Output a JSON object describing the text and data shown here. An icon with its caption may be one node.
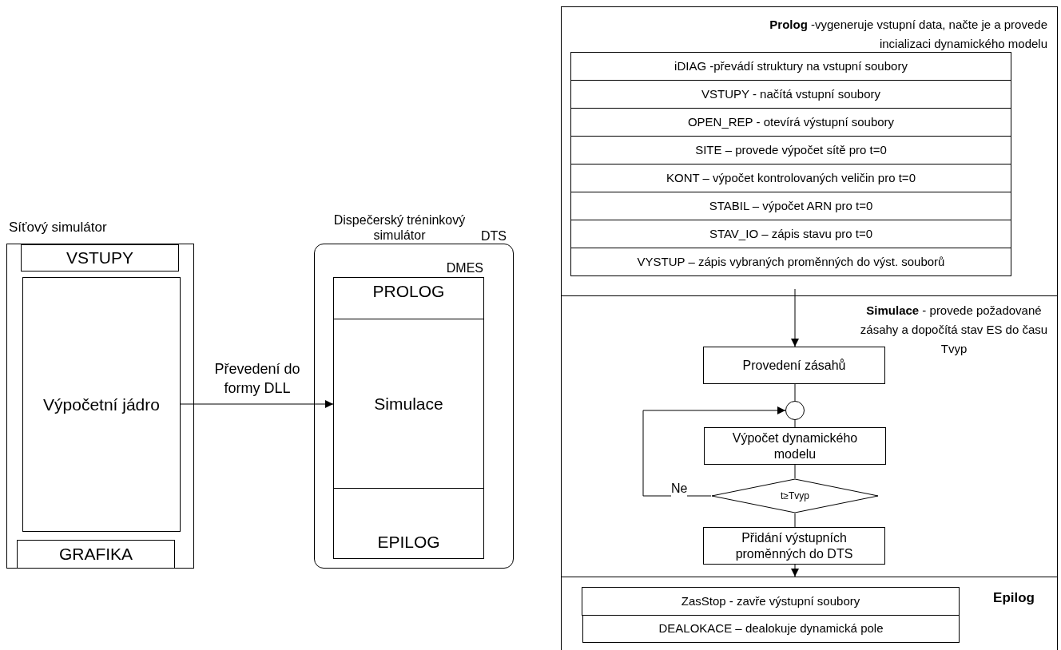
{
  "diagram": {
    "nodes": [
      {
        "text": [
          "Síťový simulátor"
        ]
      },
      {
        "text": [
          "VSTUPY"
        ],
        "in": 0
      },
      {
        "text": [
          "Výpočetní jádro"
        ],
        "in": 0
      },
      {
        "text": [
          "GRAFIKA"
        ],
        "in": 0
      },
      {
        "text": [
          "Dispečerský tréninkový simulátor",
          "DTS"
        ]
      },
      {
        "text": [
          "DMES"
        ],
        "in": 4
      },
      {
        "text": [
          "PROLOG"
        ],
        "in": 5
      },
      {
        "text": [
          "Simulace"
        ],
        "in": 5
      },
      {
        "text": [
          "EPILOG"
        ],
        "in": 5
      },
      {
        "text": [
          "**Prolog** -vygeneruje vstupní data, načte je a provede incializaci dynamického modelu"
        ]
      },
      {
        "text": [
          "iDIAG -převádí struktury na vstupní soubory"
        ],
        "in": 9
      },
      {
        "text": [
          "VSTUPY - načítá vstupní soubory"
        ],
        "in": 9
      },
      {
        "text": [
          "OPEN_REP - otevírá výstupní soubory"
        ],
        "in": 9
      },
      {
        "text": [
          "SITE – provede výpočet sítě pro t=0"
        ],
        "in": 9
      },
      {
        "text": [
          "KONT – výpočet kontrolovaných veličin pro t=0"
        ],
        "in": 9
      },
      {
        "text": [
          "STABIL – výpočet ARN  pro t=0"
        ],
        "in": 9
      },
      {
        "text": [
          "STAV_IO – zápis stavu  pro t=0"
        ],
        "in": 9
      },
      {
        "text": [
          "VYSTUP – zápis vybraných proměnných do výst. souborů"
        ],
        "in": 9
      },
      {
        "text": [
          "**Simulace** - provede požadované zásahy a dopočítá stav ES do času Tvyp"
        ]
      },
      {
        "text": [
          "Provedení zásahů"
        ],
        "in": 18
      },
      {
        "text": [],
        "shape": "circle",
        "in": 18
      },
      {
        "text": [
          "Výpočet dynamického modelu"
        ],
        "in": 18
      },
      {
        "text": [
          "t≥Tvyp"
        ],
        "in": 18
      },
      {
        "text": [
          "Přidání výstupních proměnných do DTS"
        ],
        "in": 18
      },
      {
        "text": [
          "Epilog"
        ]
      },
      {
        "text": [
          "ZasStop - zavře výstupní soubory"
        ],
        "in": 24
      },
      {
        "text": [
          "DEALOKACE – dealokuje dynamická pole"
        ],
        "in": 24
      }
    ],
    "edges": [
      {
        "from": 2,
        "to": 7,
        "arrow": "to",
        "label": "Převedení do formy DLL"
      },
      {
        "from": null,
        "to": 19,
        "arrow": "to"
      },
      {
        "from": 19,
        "to": 20,
        "arrow": "none"
      },
      {
        "from": 20,
        "to": 21,
        "arrow": "none"
      },
      {
        "from": 21,
        "to": 22,
        "arrow": "none"
      },
      {
        "from": 22,
        "to": 20,
        "arrow": "to",
        "label": "Ne"
      },
      {
        "from": 22,
        "to": 23,
        "arrow": "none"
      },
      {
        "from": 23,
        "to": 24,
        "arrow": "to"
      }
    ]
  }
}
